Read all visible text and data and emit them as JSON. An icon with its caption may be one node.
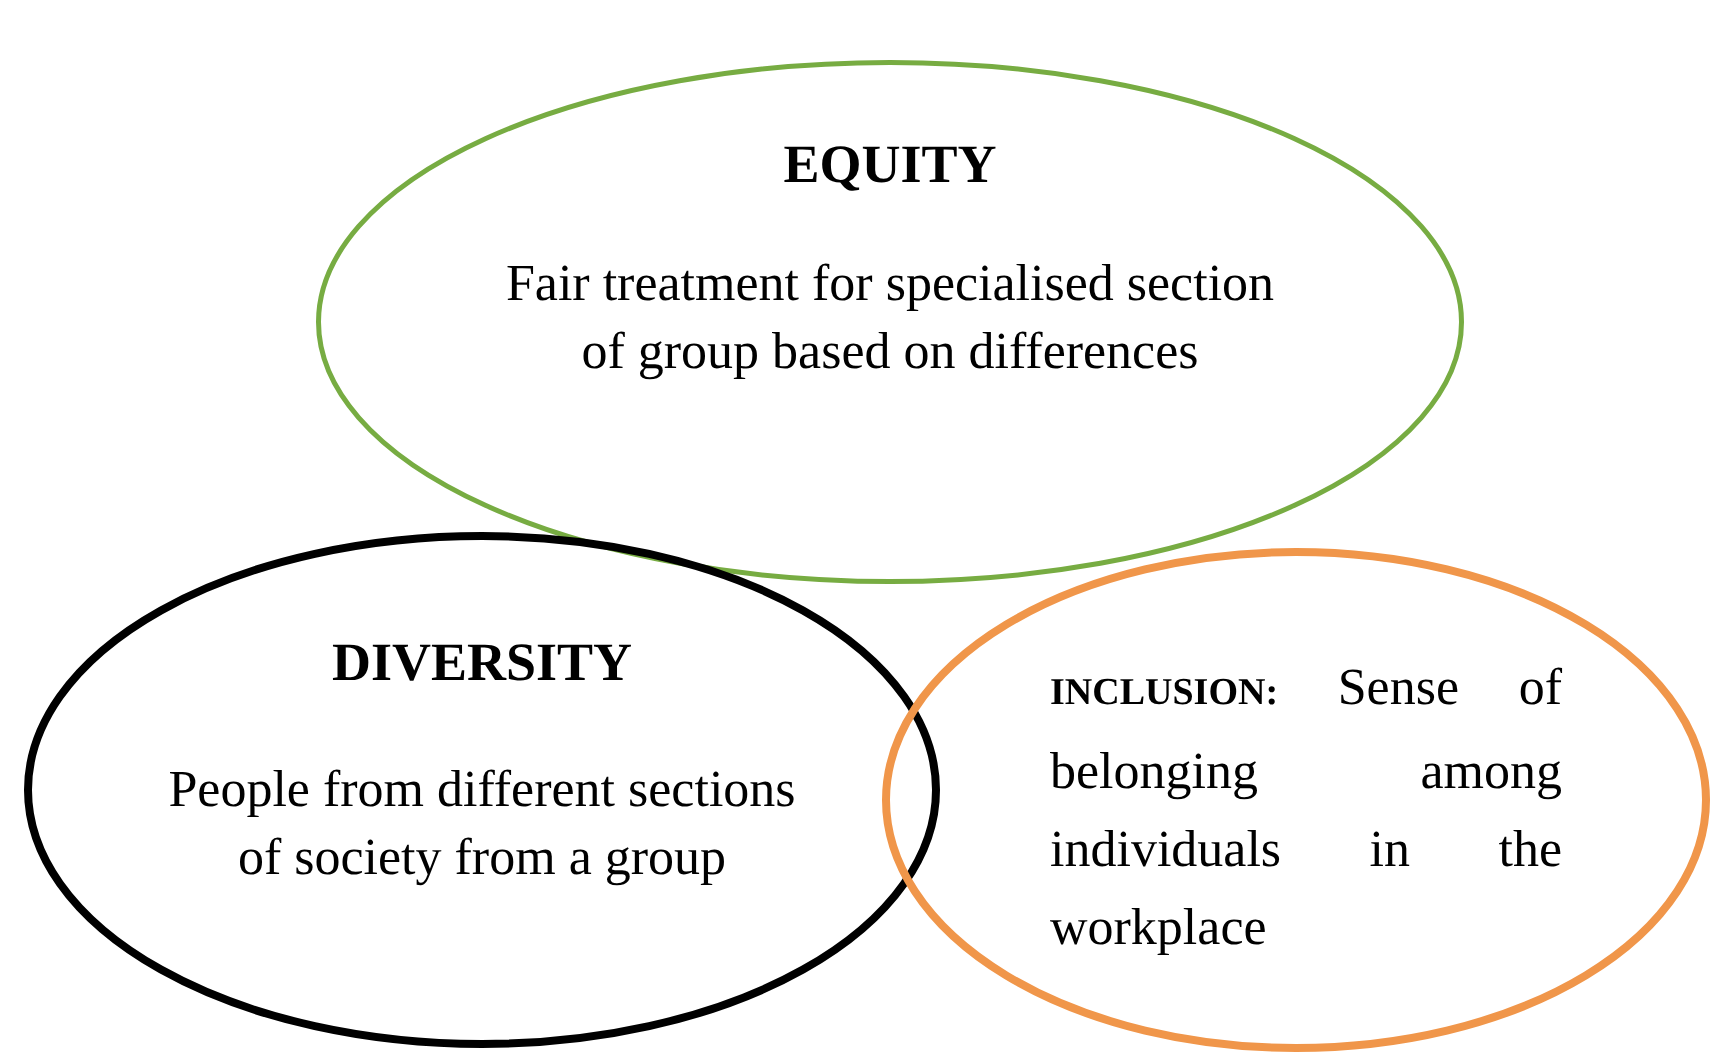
{
  "diagram": {
    "nodes": [
      {
        "text": [
          "EQUITY",
          "Fair treatment for specialised section of group based on differences"
        ]
      },
      {
        "text": [
          "DIVERSITY",
          "People from different sections of society from a group"
        ]
      },
      {
        "text": [
          "**INCLUSION:** Sense of belonging among individuals in the workplace"
        ]
      }
    ],
    "edges": []
  }
}
